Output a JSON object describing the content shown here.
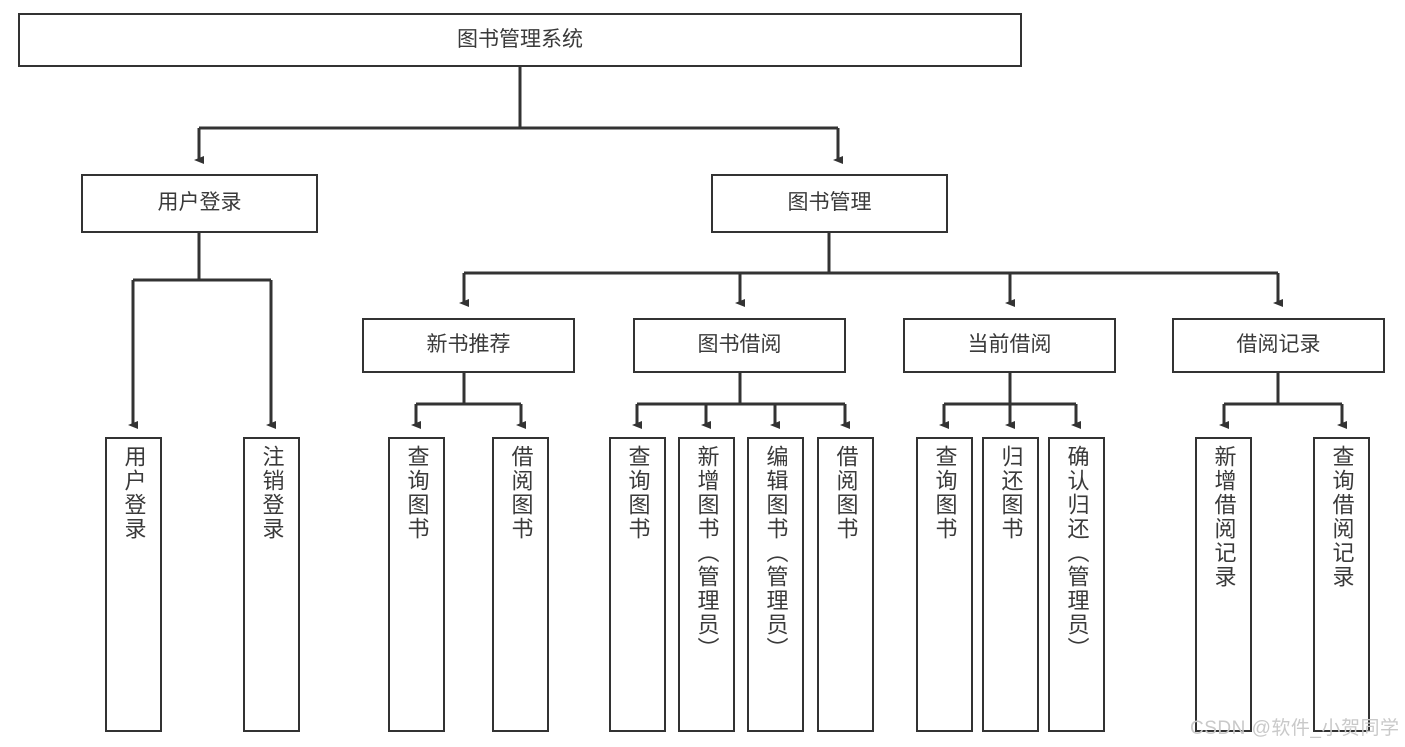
{
  "diagram": {
    "title": "图书管理系统",
    "type": "hierarchy-tree",
    "nodes": {
      "root": {
        "label": "图书管理系统"
      },
      "level2": [
        {
          "label": "用户登录"
        },
        {
          "label": "图书管理"
        }
      ],
      "level3": [
        {
          "label": "新书推荐"
        },
        {
          "label": "图书借阅"
        },
        {
          "label": "当前借阅"
        },
        {
          "label": "借阅记录"
        }
      ],
      "leaves_user_login": [
        {
          "label": "用户登录"
        },
        {
          "label": "注销登录"
        }
      ],
      "leaves_new_book": [
        {
          "label": "查询图书"
        },
        {
          "label": "借阅图书"
        }
      ],
      "leaves_borrow": [
        {
          "label": "查询图书"
        },
        {
          "label": "新增图书（管理员）"
        },
        {
          "label": "编辑图书（管理员）"
        },
        {
          "label": "借阅图书"
        }
      ],
      "leaves_current": [
        {
          "label": "查询图书"
        },
        {
          "label": "归还图书"
        },
        {
          "label": "确认归还（管理员）"
        }
      ],
      "leaves_record": [
        {
          "label": "新增借阅记录"
        },
        {
          "label": "查询借阅记录"
        }
      ]
    },
    "colors": {
      "border": "#333333",
      "text": "#3a3a3a",
      "background": "#ffffff",
      "connector": "#333333",
      "watermark": "#c9c9c9"
    }
  },
  "watermark": {
    "text": "CSDN @软件_小贺同学"
  }
}
